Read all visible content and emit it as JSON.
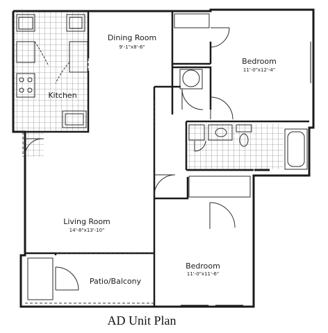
{
  "title": "AD Unit Plan",
  "rooms": {
    "dining": {
      "name": "Dining Room",
      "dims": "9'-1\"x8'-6\""
    },
    "bedroom1": {
      "name": "Bedroom",
      "dims": "11'-0\"x12'-4\""
    },
    "kitchen": {
      "name": "Kitchen"
    },
    "bedroom2": {
      "name": "Bedroom",
      "dims": "11'-0\"x11'-6\""
    },
    "living": {
      "name": "Living Room",
      "dims": "14'-8\"x13'-10\""
    },
    "patio": {
      "name": "Patio/Balcony"
    }
  },
  "colors": {
    "line": "#1a1a1a",
    "tile": "#555555",
    "background": "#ffffff"
  }
}
